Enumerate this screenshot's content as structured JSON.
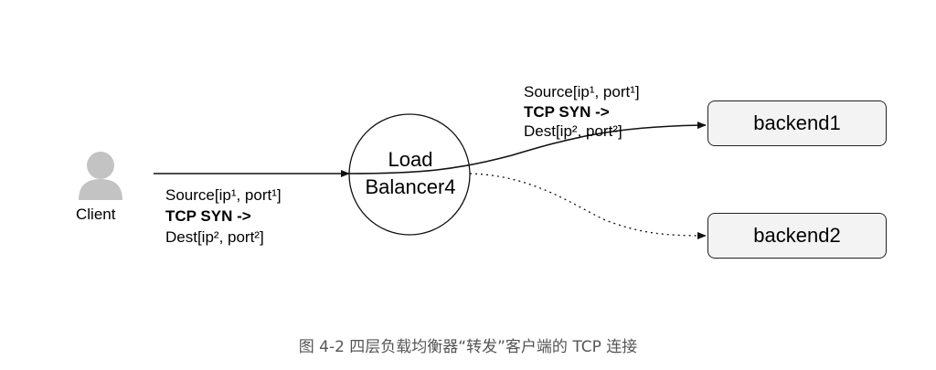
{
  "client": {
    "label": "Client",
    "icon": "person-icon"
  },
  "load_balancer": {
    "line1": "Load",
    "line2": "Balancer4"
  },
  "packet_to_lb": {
    "source": "Source[ip¹, port¹]",
    "type": "TCP SYN ->",
    "dest": "Dest[ip², port²]"
  },
  "packet_to_backend": {
    "source": "Source[ip¹, port¹]",
    "type": "TCP SYN ->",
    "dest": "Dest[ip², port²]"
  },
  "backends": [
    {
      "label": "backend1",
      "connection": "solid"
    },
    {
      "label": "backend2",
      "connection": "dotted"
    }
  ],
  "caption": "图 4-2 四层负载均衡器“转发”客户端的 TCP 连接",
  "colors": {
    "person": "#c3c3c3",
    "box_fill": "#f3f3f3",
    "stroke": "#222222",
    "caption": "#555555"
  }
}
